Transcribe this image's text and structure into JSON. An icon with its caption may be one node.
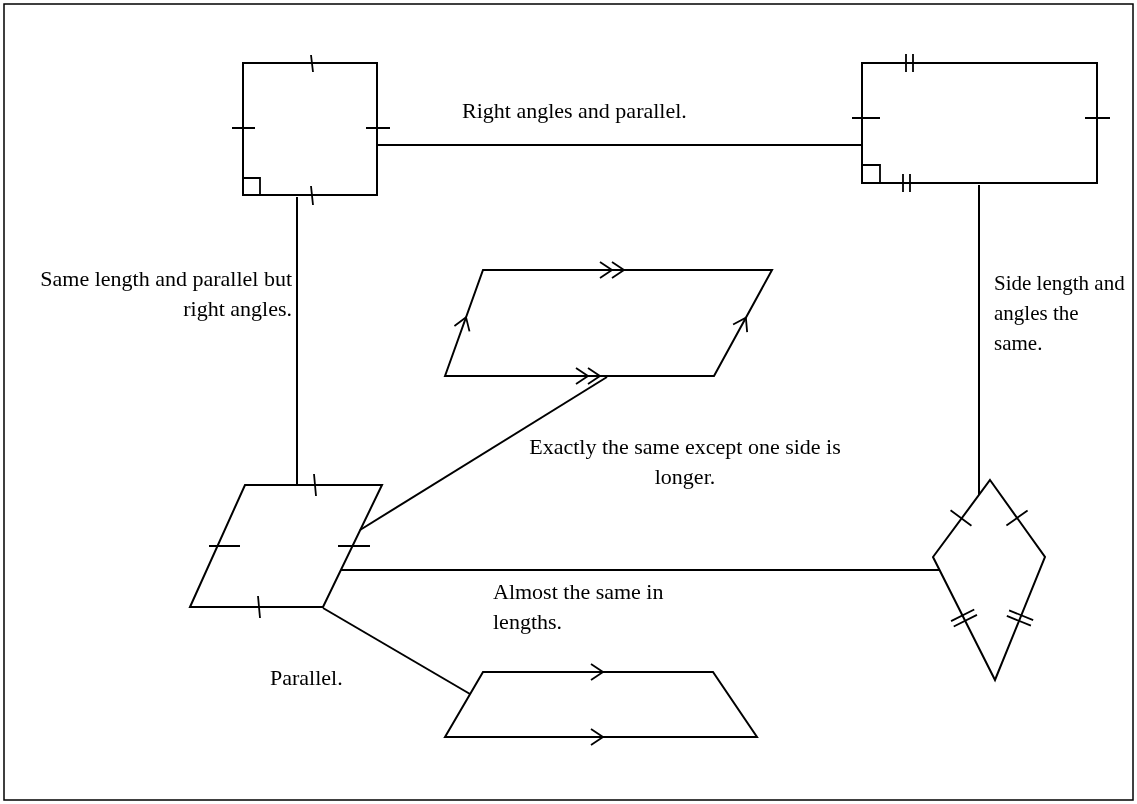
{
  "diagram": {
    "nodes": [
      {
        "text": [],
        "shape": "square"
      },
      {
        "text": [],
        "shape": "rectangle"
      },
      {
        "text": [],
        "shape": "parallelogram"
      },
      {
        "text": [],
        "shape": "rhombus"
      },
      {
        "text": [],
        "shape": "kite"
      },
      {
        "text": [],
        "shape": "trapezoid"
      }
    ],
    "edges": [
      {
        "from": 0,
        "to": 1,
        "arrow": "none",
        "label": "Right angles and parallel."
      },
      {
        "from": 0,
        "to": 3,
        "arrow": "none",
        "label": "Same length and parallel but right angles."
      },
      {
        "from": 1,
        "to": 4,
        "arrow": "none",
        "label": "Side length and angles the same."
      },
      {
        "from": 3,
        "to": 2,
        "arrow": "none",
        "label": "Exactly the same except one side is longer."
      },
      {
        "from": 3,
        "to": 4,
        "arrow": "none",
        "label": "Almost the same in lengths."
      },
      {
        "from": 3,
        "to": 5,
        "arrow": "none",
        "label": "Parallel."
      }
    ]
  }
}
